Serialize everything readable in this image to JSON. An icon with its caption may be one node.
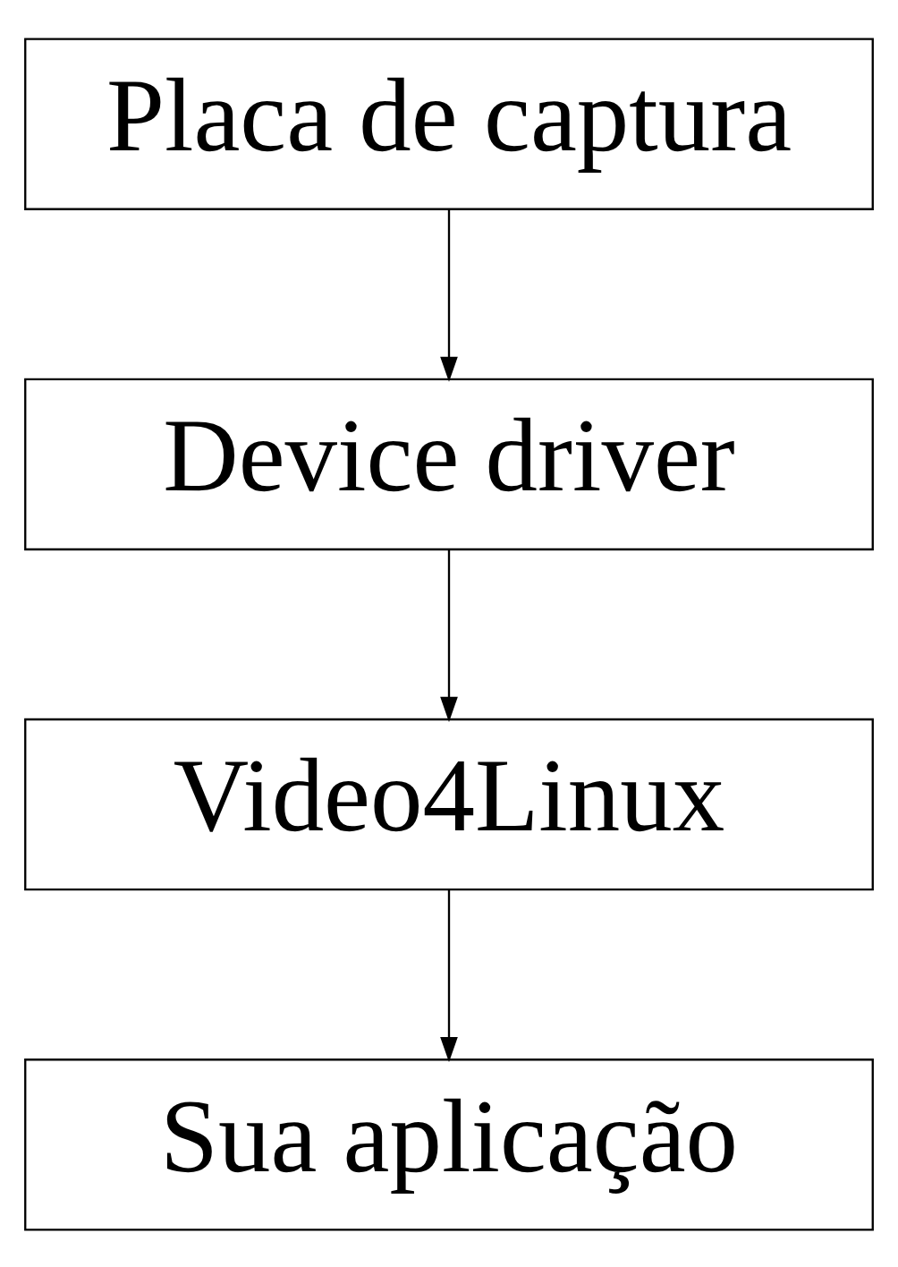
{
  "diagram": {
    "nodes": [
      {
        "text": [
          "Placa de captura"
        ]
      },
      {
        "text": [
          "Device driver"
        ]
      },
      {
        "text": [
          "Video4Linux"
        ]
      },
      {
        "text": [
          "Sua aplicação"
        ]
      }
    ],
    "edges": [
      {
        "from": 0,
        "to": 1,
        "arrow": "to"
      },
      {
        "from": 1,
        "to": 2,
        "arrow": "to"
      },
      {
        "from": 2,
        "to": 3,
        "arrow": "to"
      }
    ]
  }
}
